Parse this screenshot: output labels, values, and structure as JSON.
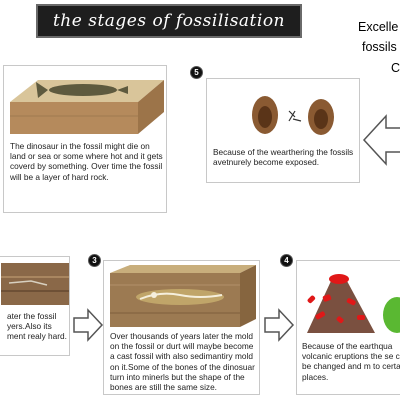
{
  "title": "the stages of fossilisation",
  "side_text": {
    "line1": "Excelle",
    "line2": "fossils",
    "line3": "C"
  },
  "panels": {
    "p1": {
      "text": "The dinosaur in the fossil might die on land or sea or some where hot and it gets coverd by something. Over time the fossil will be a layer of hard rock."
    },
    "p5": {
      "number": "5",
      "text": "Because of the wearthering the fossils avetnurely become exposed."
    },
    "pb1": {
      "text": "ater the fossil yers.Also its ment realy hard."
    },
    "p3": {
      "number": "3",
      "text": "Over  thousands of years later the mold on the fossil or durt will maybe become a cast fossil with also sedimantiry mold on it.Some of the bones of the dinosuar turn into minerls but the shape of the bones  are still the same size."
    },
    "p4": {
      "number": "4",
      "text": "Because of the earthqua volcanic eruptions the se could be changed and m to certain places."
    }
  },
  "colors": {
    "title_bg": "#1e1e1e",
    "rock": "#8a6a48",
    "sand": "#c9b07a",
    "lava": "#e01818",
    "tree": "#5ab832"
  }
}
